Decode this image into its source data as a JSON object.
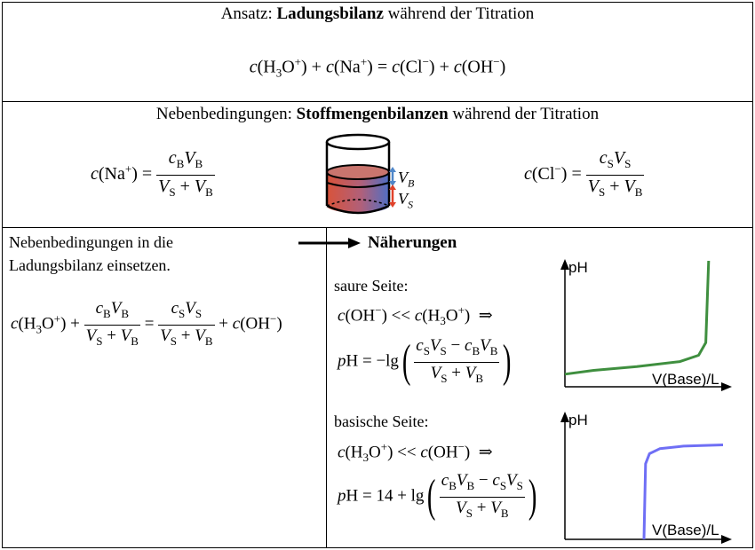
{
  "row1": {
    "ansatz_prefix": "Ansatz: ",
    "ansatz_bold": "Ladungsbilanz",
    "ansatz_suffix": " während der Titration"
  },
  "row2": {
    "title_prefix": "Nebenbedingungen: ",
    "title_bold": "Stoffmengenbilanzen",
    "title_suffix": " während der Titration",
    "beaker_label_b": "V",
    "beaker_label_b_sub": "B",
    "beaker_label_s": "V",
    "beaker_label_s_sub": "S"
  },
  "row3": {
    "left_text_1": "Nebenbedingungen in die",
    "left_text_2": "Ladungsbilanz einsetzen.",
    "approx_title": "Näherungen",
    "acid_side": "saure Seite:",
    "base_side": "basische Seite:",
    "ph_14": "14",
    "ph_lg": "lg",
    "ph_neg_lg": "−lg"
  },
  "charts": {
    "ylabel": "pH",
    "xlabel": "V(Base)/L",
    "acid_color": "#3f8f3f",
    "base_color": "#6f6ff5"
  },
  "chart_data": [
    {
      "type": "line",
      "title": "",
      "ylabel": "pH",
      "xlabel": "V(Base)/L",
      "series": [
        {
          "color": "#3f8f3f",
          "x": [
            0,
            0.2,
            0.5,
            0.8,
            0.93,
            0.98,
            1.0
          ],
          "y": [
            0.1,
            0.13,
            0.16,
            0.2,
            0.25,
            0.35,
            1.0
          ]
        }
      ]
    },
    {
      "type": "line",
      "title": "",
      "ylabel": "pH",
      "xlabel": "V(Base)/L",
      "series": [
        {
          "color": "#6f6ff5",
          "x": [
            1.0,
            1.02,
            1.07,
            1.2,
            1.5,
            2.0
          ],
          "y": [
            0.0,
            0.6,
            0.68,
            0.72,
            0.74,
            0.75
          ]
        }
      ]
    }
  ]
}
